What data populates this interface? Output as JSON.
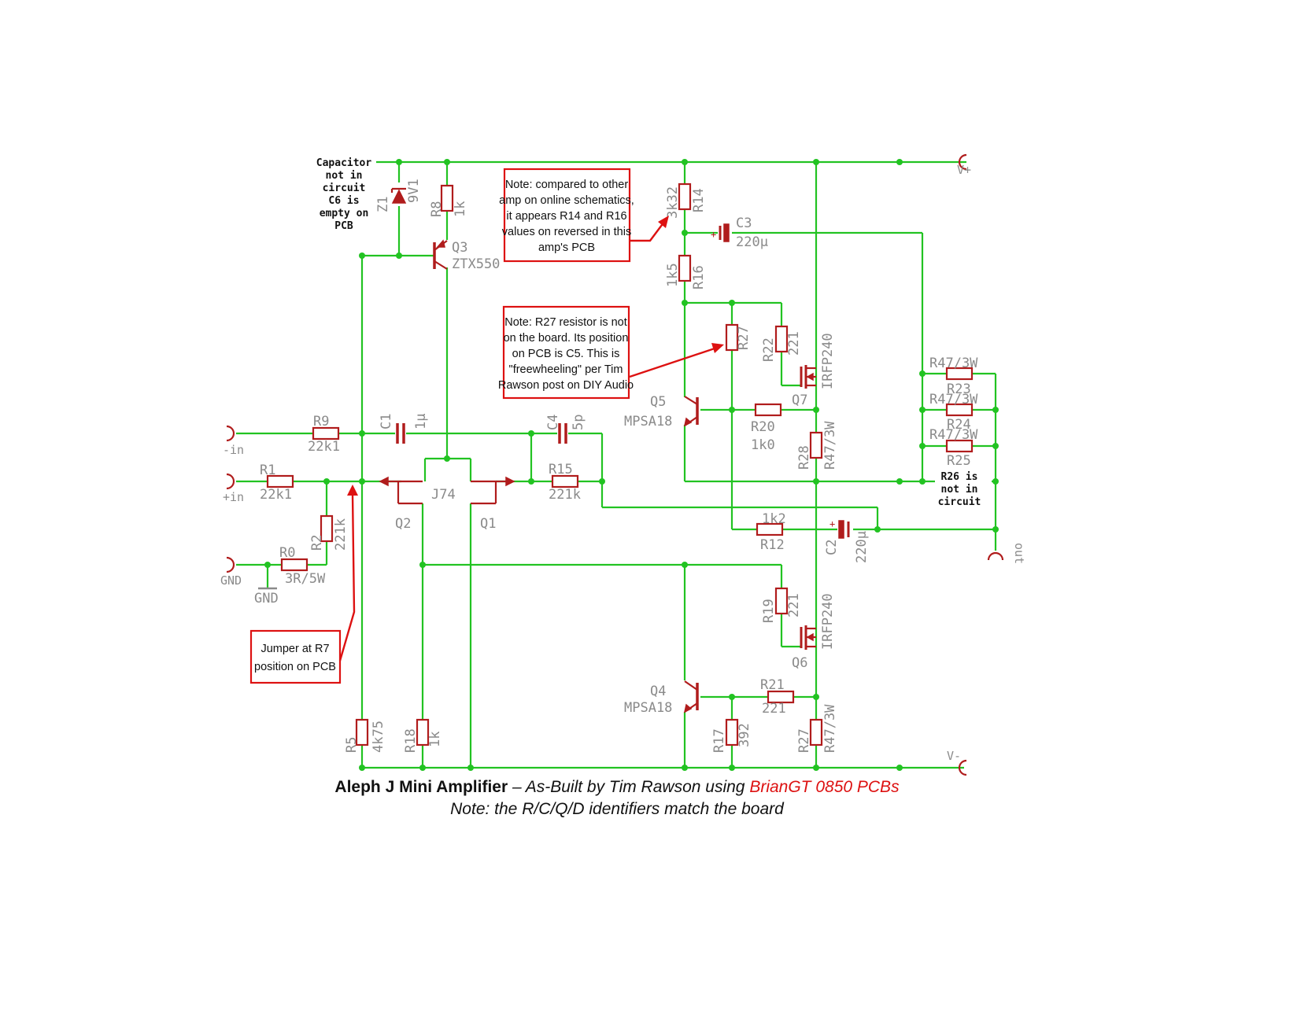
{
  "caption": {
    "title_bold": "Aleph J Mini Amplifier",
    "title_rest": " – As-Built by Tim Rawson using ",
    "title_red": "BrianGT 0850 PCBs",
    "subtitle": "Note: the R/C/Q/D identifiers match the board"
  },
  "colors": {
    "wire": "#22c322",
    "component": "#b01c1c",
    "note": "#dd1111",
    "label": "#8a8a8a"
  },
  "notes": {
    "c6": [
      "Capacitor",
      "not in",
      "circuit",
      "C6 is",
      "empty on",
      "PCB"
    ],
    "r14_r16": [
      "Note: compared to other",
      "amp on online schematics,",
      "it appears R14 and R16",
      "values on reversed in this",
      "amp's PCB"
    ],
    "r27": [
      "Note: R27 resistor is not",
      "on the board.  Its position",
      "on PCB is C5.  This is",
      "\"freewheeling\" per Tim",
      "Rawson post on DIY Audio"
    ],
    "r7": [
      "Jumper at R7",
      "position on PCB"
    ],
    "r26": [
      "R26 is",
      "not in",
      "circuit"
    ]
  },
  "ports": {
    "vplus": "V+",
    "vminus": "V-",
    "neg_in": "-in",
    "pos_in": "+in",
    "gnd": "GND",
    "out": "out",
    "gnd_sym": "GND"
  },
  "parts": {
    "z1": "Z1",
    "z1_val": "9V1",
    "r8": "R8",
    "r8_val": "1k",
    "q3": "Q3",
    "q3_val": "ZTX550",
    "r14": "R14",
    "r14_val": "3k32",
    "r16": "R16",
    "r16_val": "1k5",
    "c3": "C3",
    "c3_val": "220μ",
    "r27a": "R27",
    "r22": "R22",
    "r22_val": "221",
    "q7_type": "IRFP240",
    "q7": "Q7",
    "q5": "Q5",
    "q5_val": "MPSA18",
    "r20": "R20",
    "r20_val": "1k0",
    "r28": "R28",
    "r28_val": "R47/3W",
    "r23_val": "R47/3W",
    "r23": "R23",
    "r24_val": "R47/3W",
    "r24": "R24",
    "r25_val": "R47/3W",
    "r25": "R25",
    "r9": "R9",
    "r9_val": "22k1",
    "c1": "C1",
    "c1_val": "1μ",
    "c4": "C4",
    "c4_val": "5p",
    "r1": "R1",
    "r1_val": "22k1",
    "j74": "J74",
    "r15": "R15",
    "r15_val": "221k",
    "q2": "Q2",
    "q1": "Q1",
    "r2": "R2",
    "r2_val": "221k",
    "r0": "R0",
    "r0_val": "3R/5W",
    "r12_val": "1k2",
    "r12": "R12",
    "c2": "C2",
    "c2_val": "220μ",
    "r19": "R19",
    "r19_val": "221",
    "q6_type": "IRFP240",
    "q6": "Q6",
    "q4": "Q4",
    "q4_val": "MPSA18",
    "r21": "R21",
    "r21_val": "221",
    "r5": "R5",
    "r5_val": "4k75",
    "r18": "R18",
    "r18_val": "1k",
    "r17": "R17",
    "r17_val": "392",
    "r27b": "R27",
    "r27b_val": "R47/3W"
  }
}
